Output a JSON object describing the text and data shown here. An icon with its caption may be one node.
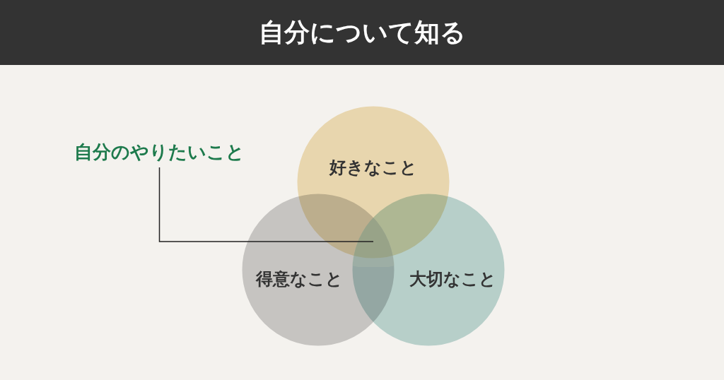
{
  "diagram": {
    "title": "自分について知る",
    "nodes": [
      {
        "text": [
          "好きなこと"
        ]
      },
      {
        "text": [
          "得意なこと"
        ]
      },
      {
        "text": [
          "大切なこと"
        ]
      },
      {
        "text": [
          "自分のやりたいこと"
        ]
      },
      {
        "text": [],
        "shape": "triangle"
      }
    ],
    "edges": [
      {
        "from": 3,
        "to": 4,
        "arrow": "none"
      }
    ]
  }
}
